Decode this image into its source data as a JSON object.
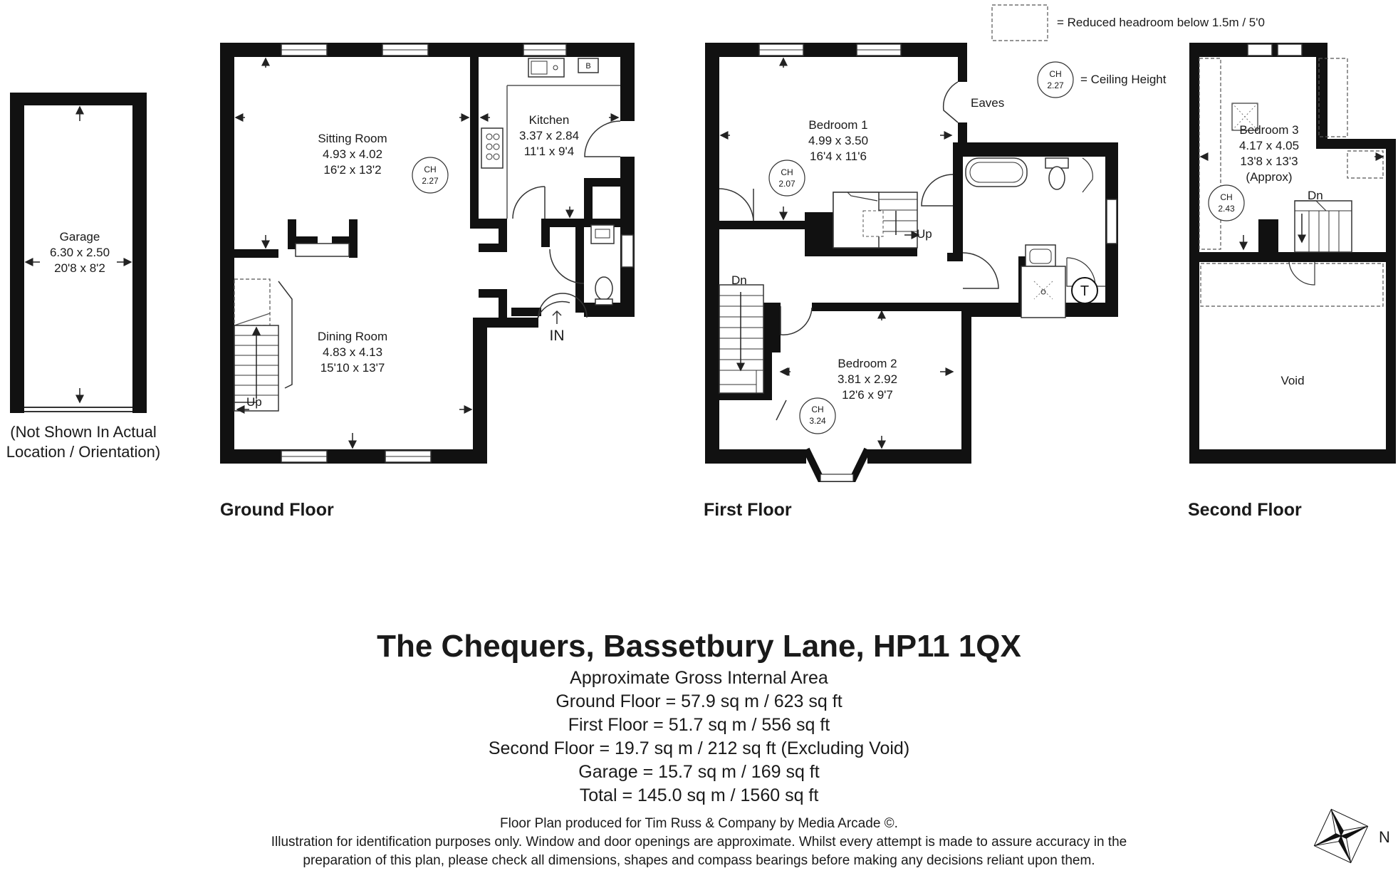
{
  "rooms": {
    "garage": {
      "name": "Garage",
      "metric": "6.30 x 2.50",
      "imperial": "20'8 x 8'2"
    },
    "garage_note": [
      "(Not Shown In Actual",
      "Location / Orientation)"
    ],
    "sitting": {
      "name": "Sitting Room",
      "metric": "4.93 x 4.02",
      "imperial": "16'2 x 13'2"
    },
    "kitchen": {
      "name": "Kitchen",
      "metric": "3.37 x 2.84",
      "imperial": "11'1 x 9'4"
    },
    "dining": {
      "name": "Dining Room",
      "metric": "4.83 x 4.13",
      "imperial": "15'10 x 13'7"
    },
    "bedroom1": {
      "name": "Bedroom 1",
      "metric": "4.99 x 3.50",
      "imperial": "16'4 x 11'6"
    },
    "bedroom2": {
      "name": "Bedroom 2",
      "metric": "3.81 x 2.92",
      "imperial": "12'6 x 9'7"
    },
    "bedroom3": {
      "name": "Bedroom 3",
      "metric": "4.17 x 4.05",
      "imperial": "13'8 x 13'3",
      "note": "(Approx)"
    },
    "void": "Void"
  },
  "labels": {
    "up": "Up",
    "dn": "Dn",
    "in": "IN",
    "eaves": "Eaves",
    "b": "B",
    "t": "T",
    "n": "N"
  },
  "ceiling": {
    "prefix": "CH",
    "sitting": "2.27",
    "bedroom1": "2.07",
    "bedroom2": "3.24",
    "bedroom3": "2.43",
    "legend": "2.27"
  },
  "legend": {
    "headroom": "= Reduced headroom below 1.5m / 5'0",
    "ceiling": "= Ceiling Height"
  },
  "floors": {
    "ground": "Ground Floor",
    "first": "First Floor",
    "second": "Second Floor"
  },
  "footer": {
    "title": "The Chequers, Bassetbury Lane, HP11 1QX",
    "area_heading": "Approximate Gross Internal Area",
    "areas": [
      "Ground Floor = 57.9 sq m / 623 sq ft",
      "First Floor = 51.7 sq m / 556 sq ft",
      "Second Floor = 19.7 sq m / 212 sq ft (Excluding Void)",
      "Garage = 15.7 sq m / 169 sq ft",
      "Total = 145.0 sq m / 1560 sq ft"
    ],
    "credit": "Floor Plan produced for Tim Russ & Company by Media Arcade ©.",
    "disclaimer": [
      "Illustration for identification purposes only. Window and door openings are approximate. Whilst every attempt is made to assure accuracy in the",
      "preparation of this plan, please check all dimensions, shapes and compass bearings before making any decisions reliant upon them."
    ]
  }
}
